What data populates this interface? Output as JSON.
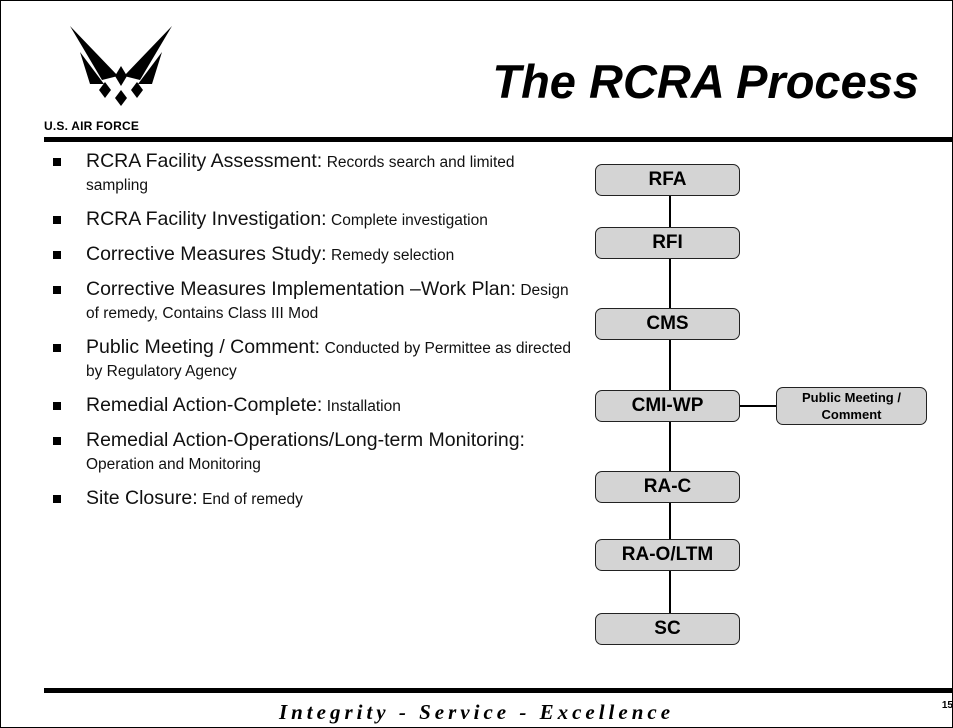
{
  "header": {
    "org": "U.S. AIR FORCE",
    "title": "The RCRA Process"
  },
  "bullets": [
    {
      "lead": "RCRA Facility Assessment:",
      "detail": "Records search and limited sampling"
    },
    {
      "lead": "RCRA Facility Investigation:",
      "detail": "Complete investigation"
    },
    {
      "lead": "Corrective Measures Study:",
      "detail": "Remedy selection"
    },
    {
      "lead": "Corrective Measures Implementation –Work Plan:",
      "detail": "Design of remedy, Contains Class III Mod"
    },
    {
      "lead": "Public Meeting / Comment:",
      "detail": "Conducted by Permittee as directed by Regulatory Agency"
    },
    {
      "lead": "Remedial Action-Complete:",
      "detail": "Installation"
    },
    {
      "lead": "Remedial Action-Operations/Long-term Monitoring:",
      "detail": "Operation and Monitoring"
    },
    {
      "lead": "Site Closure:",
      "detail": "End of remedy"
    }
  ],
  "flowchart": {
    "steps": [
      "RFA",
      "RFI",
      "CMS",
      "CMI-WP",
      "RA-C",
      "RA-O/LTM",
      "SC"
    ],
    "side_node": {
      "label_lines": [
        "Public Meeting /",
        "Comment"
      ],
      "attached_to": "CMI-WP"
    }
  },
  "footer": {
    "motto": "Integrity - Service - Excellence",
    "page_number": "15"
  },
  "colors": {
    "node_fill": "#d4d4d4",
    "rule": "#000000"
  }
}
